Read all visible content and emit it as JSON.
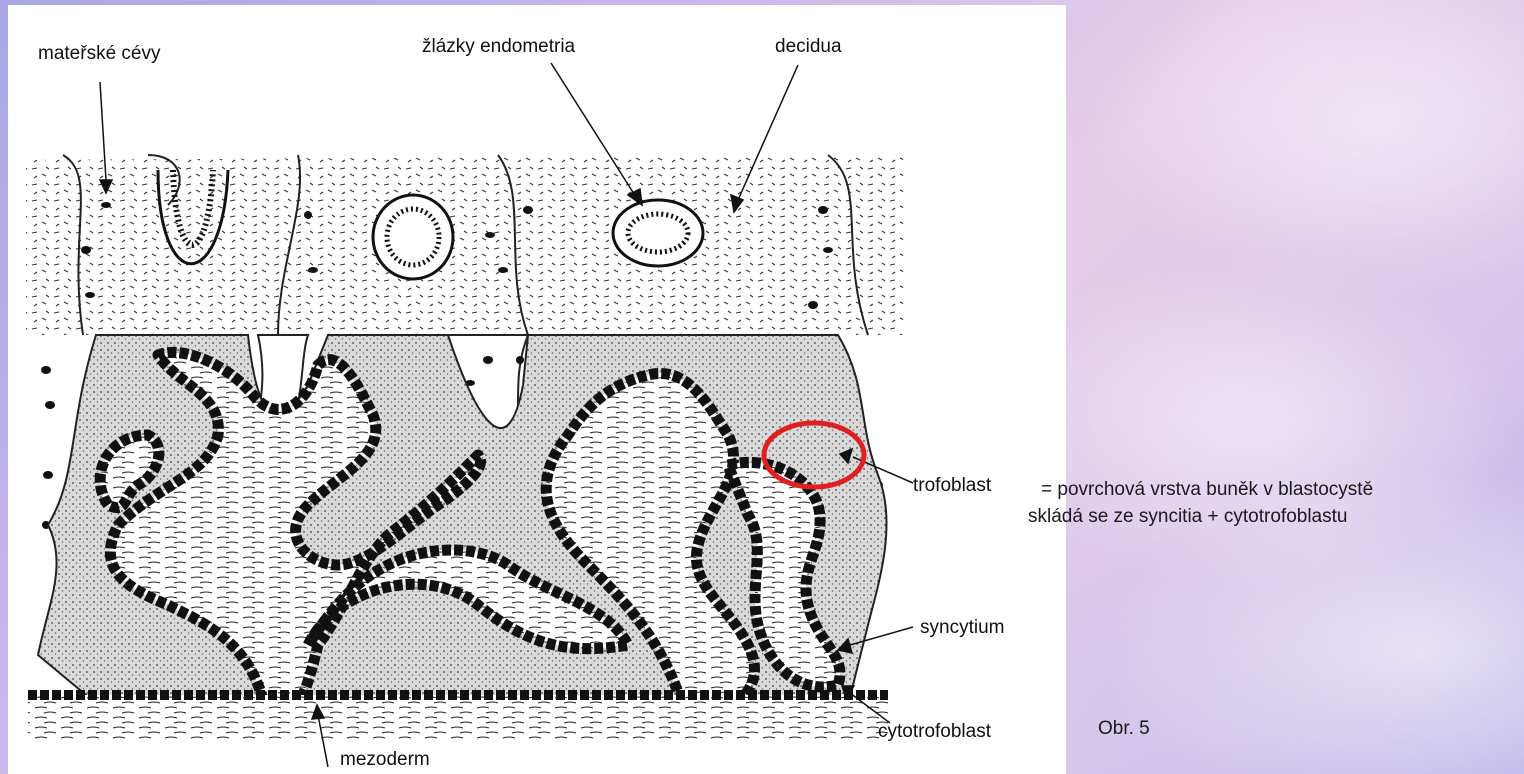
{
  "figure": {
    "labels": {
      "materske_cevy": "mateřské cévy",
      "zlazky_endometria": "žlázky endometria",
      "decidua": "decidua",
      "trofoblast": "trofoblast",
      "syncytium": "syncytium",
      "cytotrofoblast": "cytotrofoblast",
      "mezoderm": "mezoderm"
    }
  },
  "description": {
    "line1": "= povrchová vrstva buněk v blastocystě",
    "line2": "skládá se ze syncitia + cytotrofoblastu"
  },
  "caption": "Obr. 5",
  "colors": {
    "highlight_circle": "#e02020",
    "background_start": "#a9a6e6",
    "background_end": "#e6cfe9"
  }
}
